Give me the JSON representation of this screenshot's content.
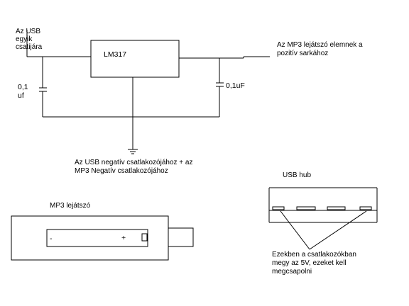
{
  "schematic": {
    "usb_input_label": "Az USB\negyik\ncsatijára",
    "regulator_label": "LM317",
    "left_cap_label": "0,1\nuf",
    "right_cap_label": "0,1uF",
    "output_label": "Az MP3 lejátszó elemnek a\npozitív sarkához",
    "ground_label": "Az USB negatív csatlakozójához + az\nMP3 Negatív csatlakozójához"
  },
  "mp3_player": {
    "title": "MP3 lejátszó",
    "minus_sign": "-",
    "plus_sign": "+"
  },
  "usb_hub": {
    "title": "USB hub",
    "note": "Ezekben  a csatlakozókban\nmegy az 5V, ezeket kell\nmegcsapolni"
  }
}
